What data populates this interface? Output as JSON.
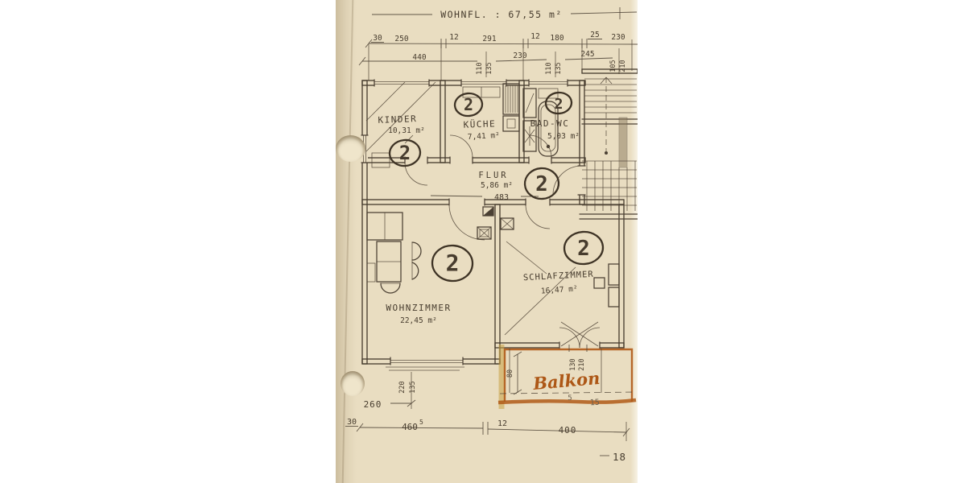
{
  "title": {
    "wohnfl_label": "WOHNFL. : 67,55 m²"
  },
  "rooms": {
    "kinder": {
      "name": "KINDER",
      "area": "10,31 m²",
      "level_marker": "2"
    },
    "kueche": {
      "name": "KÜCHE",
      "area": "7,41 m²",
      "level_marker": "2"
    },
    "bad_wc": {
      "name": "BAD-WC",
      "area": "5,03 m²",
      "level_marker": "2"
    },
    "flur": {
      "name": "FLUR",
      "area": "5,86 m²",
      "level_marker": "2"
    },
    "wohnzimmer": {
      "name": "WOHNZIMMER",
      "area": "22,45 m²",
      "level_marker": "2"
    },
    "schlafzimmer": {
      "name": "SCHLAFZIMMER",
      "area": "16,47 m²",
      "level_marker": "2"
    },
    "balkon": {
      "name": "Balkon"
    }
  },
  "dimensions": {
    "top_row": {
      "d30": "30",
      "d250": "250",
      "d12a": "12",
      "d291": "291",
      "d12b": "12",
      "d180": "180",
      "d25": "25",
      "d230": "230"
    },
    "second_row": {
      "d440": "440",
      "d230": "230",
      "d245": "245",
      "v110a": "110",
      "v135a": "135",
      "v110b": "110",
      "v135b": "135",
      "v105": "105",
      "v210": "210"
    },
    "flur_width": "483",
    "balcony": {
      "v80": "80",
      "v130": "130",
      "v210": "210",
      "p5": "5",
      "p15": "15"
    },
    "bottom": {
      "v220": "220",
      "v135": "135",
      "d260": "260",
      "d30": "30",
      "d460": "460",
      "d460_sup": "5",
      "d12": "12",
      "d400": "400"
    },
    "page_number": "18"
  },
  "colors": {
    "paper": "#e9ddc1",
    "ink": "#473c2e",
    "marker_orange": "#b05a18",
    "marker_yellow": "#c9a044"
  }
}
